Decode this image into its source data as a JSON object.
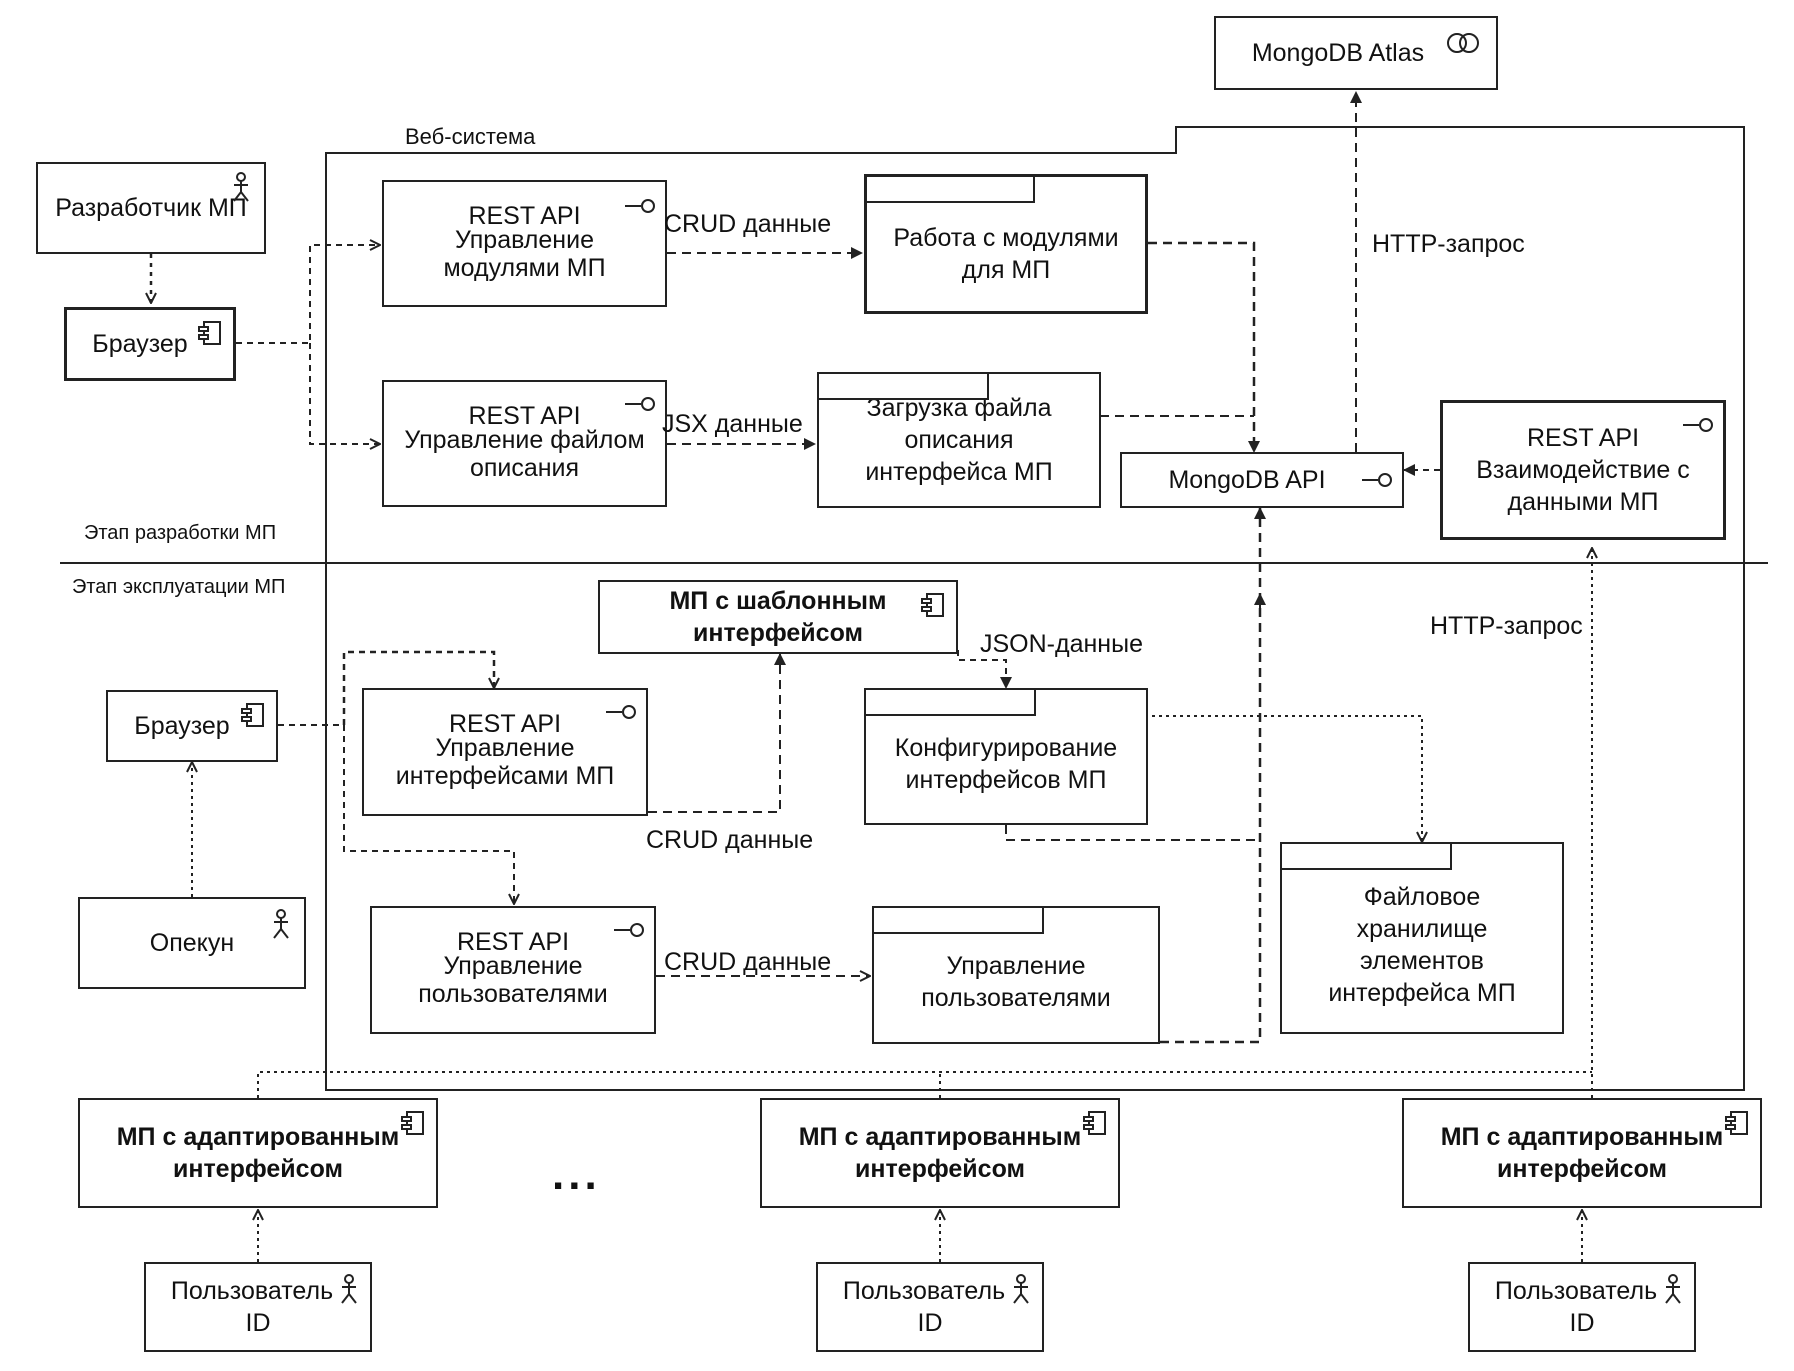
{
  "diagram": {
    "system_label": "Веб-система",
    "mongodb_atlas": "MongoDB Atlas",
    "mongodb_api": "MongoDB API",
    "stage_dev": "Этап разработки МП",
    "stage_ops": "Этап эксплуатации МП",
    "developer": "Разработчик МП",
    "browser_dev": "Браузер",
    "browser_ops": "Браузер",
    "guardian": "Опекун",
    "api_modules": {
      "title": "REST API",
      "body": [
        "Управление",
        "модулями МП"
      ]
    },
    "api_file": {
      "title": "REST API",
      "body": [
        "Управление файлом",
        "описания"
      ]
    },
    "api_data": {
      "title": "REST API",
      "body": [
        "Взаимодействие с",
        "данными МП"
      ]
    },
    "api_interfaces": {
      "title": "REST API",
      "body": [
        "Управление",
        "интерфейсами МП"
      ]
    },
    "api_users": {
      "title": "REST API",
      "body": [
        "Управление",
        "пользователями"
      ]
    },
    "pkg_modules": [
      "Работа с модулями",
      "для МП"
    ],
    "pkg_file": [
      "Загрузка файла",
      "описания",
      "интерфейса МП"
    ],
    "pkg_config": [
      "Конфигурирование",
      "интерфейсов МП"
    ],
    "pkg_users": [
      "Управление",
      "пользователями"
    ],
    "pkg_storage": [
      "Файловое",
      "хранилище",
      "элементов",
      "интерфейса МП"
    ],
    "template_app": [
      "МП с шаблонным",
      "интерфейсом"
    ],
    "adapted_app": [
      "МП с адаптированным",
      "интерфейсом"
    ],
    "user": [
      "Пользователь",
      "ID"
    ],
    "ellipsis": "...",
    "labels": {
      "crud_1": "CRUD данные",
      "jsx": "JSX данные",
      "http_1": "HTTP-запрос",
      "http_2": "HTTP-запрос",
      "json": "JSON-данные",
      "crud_2": "CRUD данные",
      "crud_3": "CRUD данные"
    }
  }
}
